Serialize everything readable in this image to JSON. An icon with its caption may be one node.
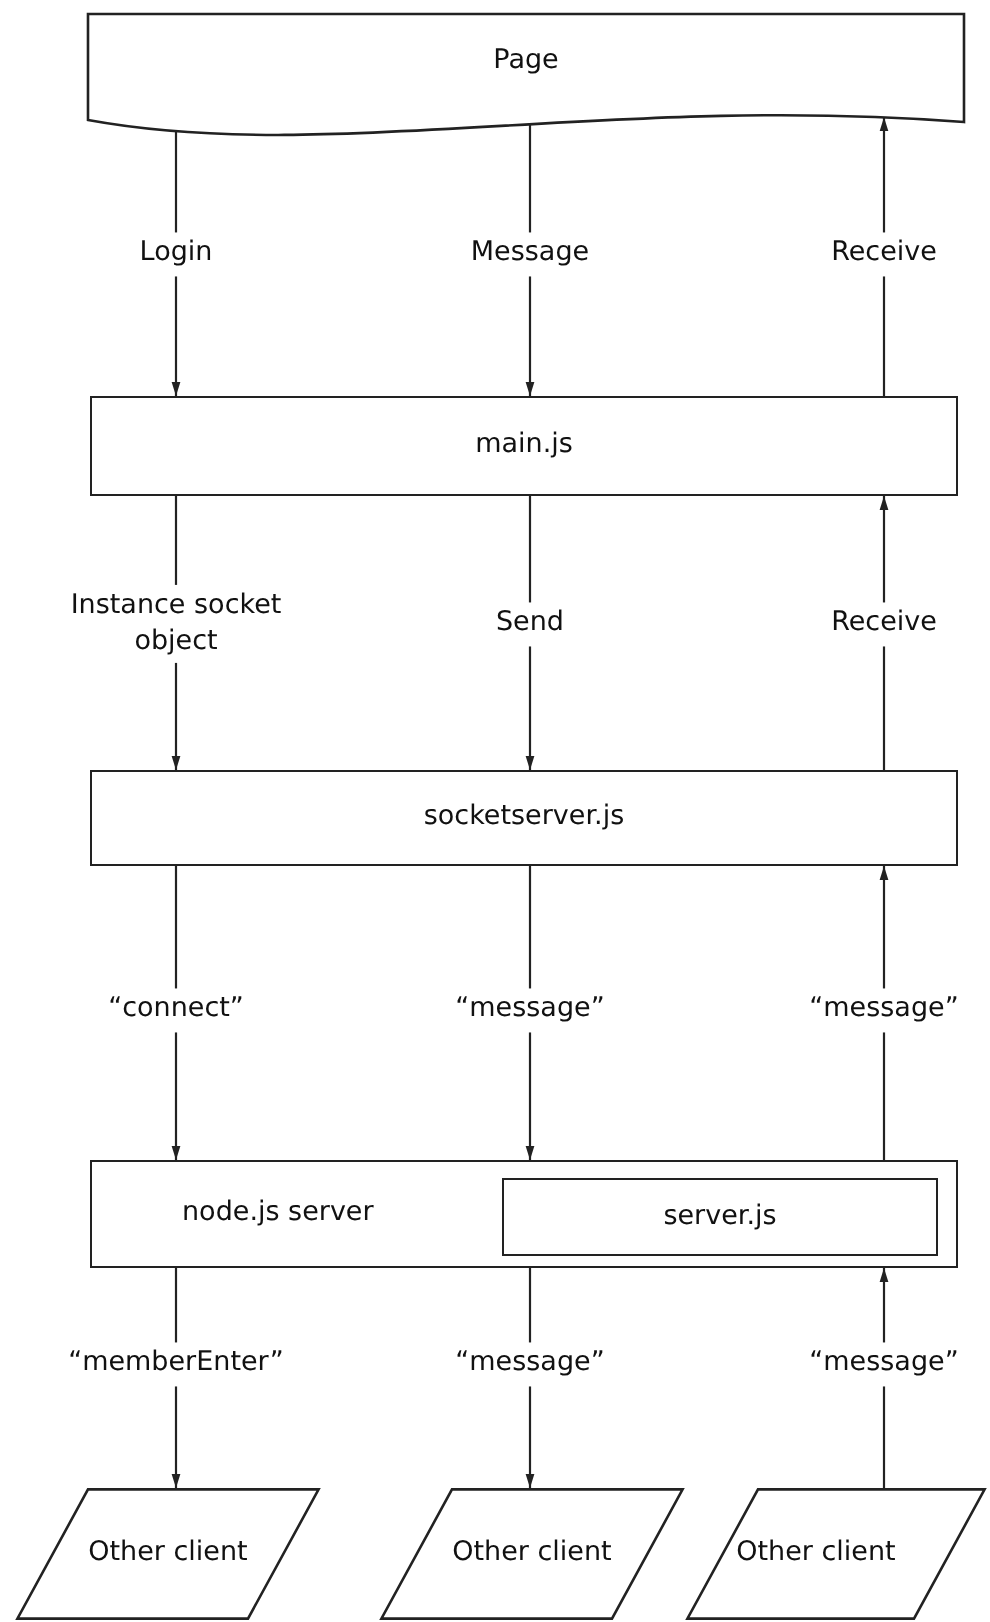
{
  "diagram": {
    "nodes": [
      {
        "text": [
          "Page"
        ]
      },
      {
        "text": [
          "main.js"
        ]
      },
      {
        "text": [
          "socketserver.js"
        ]
      },
      {
        "text": [
          "node.js server"
        ]
      },
      {
        "text": [
          "server.js"
        ],
        "in": 3
      },
      {
        "text": [
          "Other client"
        ]
      },
      {
        "text": [
          "Other client"
        ]
      },
      {
        "text": [
          "Other client"
        ]
      }
    ],
    "edges": [
      {
        "from": 0,
        "to": 1,
        "arrow": "to",
        "label": "Login"
      },
      {
        "from": 0,
        "to": 1,
        "arrow": "to",
        "label": "Message"
      },
      {
        "from": 1,
        "to": 0,
        "arrow": "to",
        "label": "Receive"
      },
      {
        "from": 1,
        "to": 2,
        "arrow": "to",
        "label": "Instance socket object"
      },
      {
        "from": 1,
        "to": 2,
        "arrow": "to",
        "label": "Send"
      },
      {
        "from": 2,
        "to": 1,
        "arrow": "to",
        "label": "Receive"
      },
      {
        "from": 2,
        "to": 3,
        "arrow": "to",
        "label": "“connect”"
      },
      {
        "from": 2,
        "to": 3,
        "arrow": "to",
        "label": "“message”"
      },
      {
        "from": 3,
        "to": 2,
        "arrow": "to",
        "label": "“message”"
      },
      {
        "from": 3,
        "to": 5,
        "arrow": "to",
        "label": "“memberEnter”"
      },
      {
        "from": 3,
        "to": 6,
        "arrow": "to",
        "label": "“message”"
      },
      {
        "from": 7,
        "to": 3,
        "arrow": "to",
        "label": "“message”"
      }
    ]
  }
}
